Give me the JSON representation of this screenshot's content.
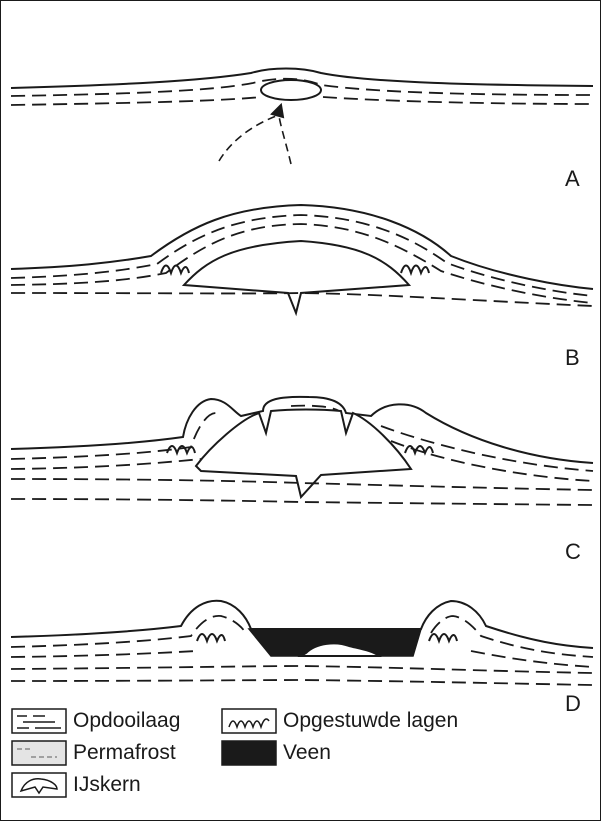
{
  "stages": [
    {
      "label": "A"
    },
    {
      "label": "B"
    },
    {
      "label": "C"
    },
    {
      "label": "D"
    }
  ],
  "legend": [
    {
      "label": "Opdooilaag",
      "icon": "active-layer-icon"
    },
    {
      "label": "Opgestuwde lagen",
      "icon": "folded-layers-icon"
    },
    {
      "label": "Permafrost",
      "icon": "permafrost-icon"
    },
    {
      "label": "Veen",
      "icon": "peat-icon"
    },
    {
      "label": "IJskern",
      "icon": "ice-core-icon"
    }
  ],
  "colors": {
    "ink": "#1a1a1a",
    "peat": "#1a1a1a",
    "permafrost_fill": "#e4e4e4",
    "background": "#ffffff"
  }
}
